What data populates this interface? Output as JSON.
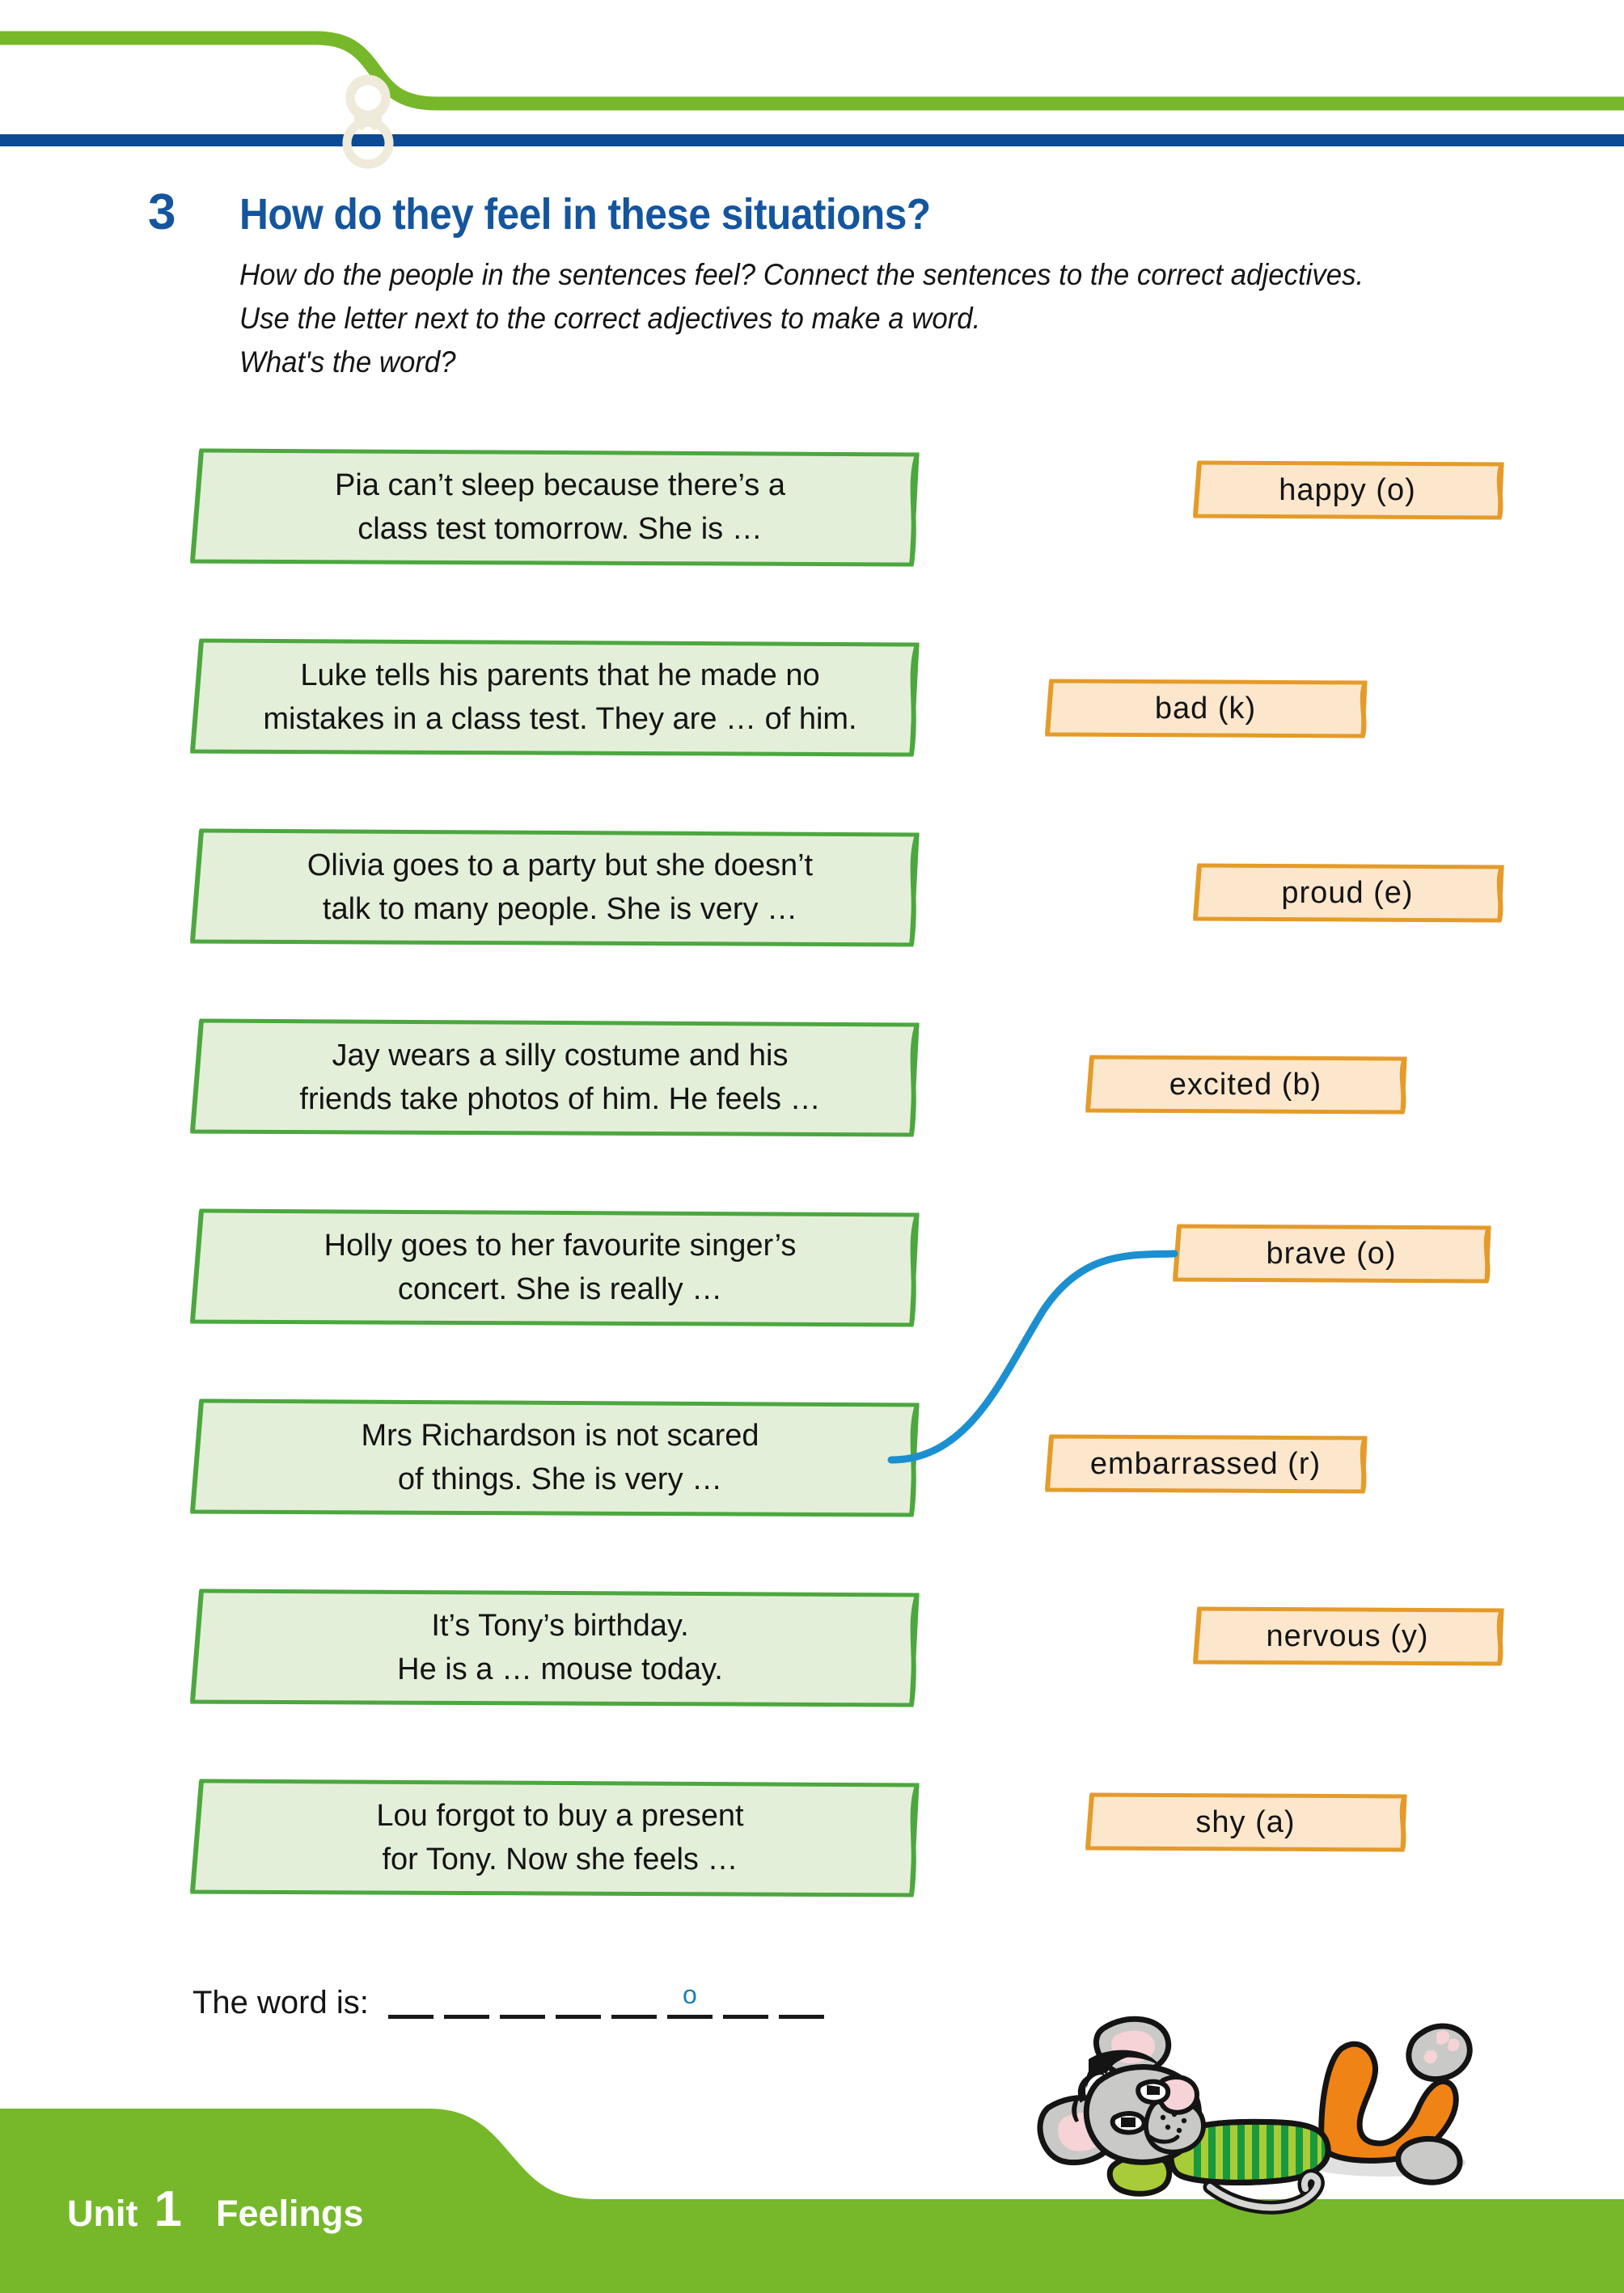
{
  "page": {
    "number": "8",
    "colors": {
      "brand_blue": "#14559E",
      "brand_green": "#76B82A",
      "rule_blue": "#0B4A95",
      "page_number_cream": "#EFEADA",
      "green_card_fill": "#E4EFD9",
      "green_card_border": "#4CA73F",
      "orange_card_fill": "#FCE7CC",
      "orange_card_border": "#E49B2A",
      "connector_blue": "#1C8FD0",
      "answer_letter_blue": "#1C7FB0"
    }
  },
  "task": {
    "number": "3",
    "title": "How do they feel in these situations?",
    "instructions": [
      "How do the people in the sentences feel? Connect the sentences to the correct adjectives.",
      "Use the letter next to the correct adjectives to make a word.",
      "What's the word?"
    ]
  },
  "sentences": [
    {
      "id": "pia",
      "lines": [
        "Pia can’t sleep because there’s a",
        "class test tomorrow. She is …"
      ]
    },
    {
      "id": "luke",
      "lines": [
        "Luke tells his parents that he made no",
        "mistakes in a class test. They are … of him."
      ]
    },
    {
      "id": "olivia",
      "lines": [
        "Olivia goes to a party but she doesn’t",
        "talk to many people. She is very …"
      ]
    },
    {
      "id": "jay",
      "lines": [
        "Jay wears a silly costume and his",
        "friends take photos of him. He feels …"
      ]
    },
    {
      "id": "holly",
      "lines": [
        "Holly goes to her favourite singer’s",
        "concert. She is really …"
      ]
    },
    {
      "id": "mrs-richardson",
      "lines": [
        "Mrs Richardson is not scared",
        "of things. She is very …"
      ]
    },
    {
      "id": "tony",
      "lines": [
        "It’s Tony’s birthday.",
        "He is a … mouse today."
      ]
    },
    {
      "id": "lou",
      "lines": [
        "Lou forgot to buy a present",
        "for Tony. Now she feels …"
      ]
    }
  ],
  "adjectives": [
    {
      "id": "happy",
      "label": "happy (o)"
    },
    {
      "id": "bad",
      "label": "bad (k)"
    },
    {
      "id": "proud",
      "label": "proud (e)"
    },
    {
      "id": "excited",
      "label": "excited (b)"
    },
    {
      "id": "brave",
      "label": "brave (o)"
    },
    {
      "id": "embarrassed",
      "label": "embarrassed (r)"
    },
    {
      "id": "nervous",
      "label": "nervous (y)"
    },
    {
      "id": "shy",
      "label": "shy (a)"
    }
  ],
  "connections": [
    {
      "from": "mrs-richardson",
      "to": "brave"
    }
  ],
  "answer": {
    "label": "The word is:",
    "blank_count": 8,
    "filled": [
      {
        "index": 6,
        "letter": "o"
      }
    ]
  },
  "footer": {
    "unit_label": "Unit",
    "unit_number": "1",
    "topic": "Feelings"
  },
  "illustration": {
    "name": "reclining-mouse-mascot"
  }
}
